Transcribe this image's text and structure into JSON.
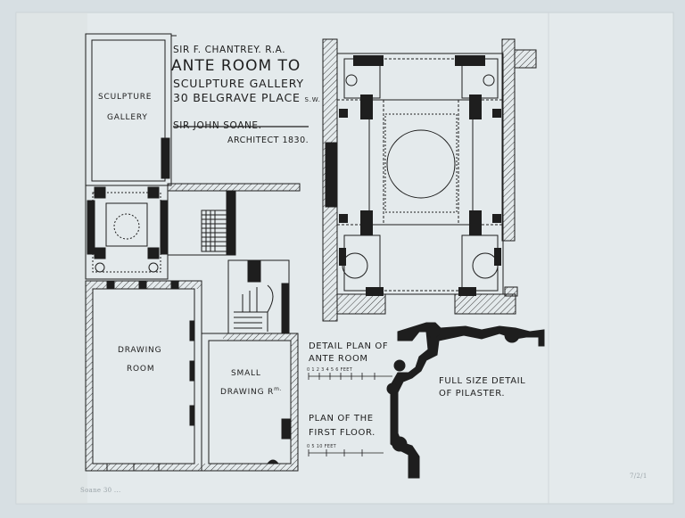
{
  "drawing": {
    "title": {
      "line1": "SIR F. CHANTREY. R.A.",
      "line2": "ANTE ROOM TO",
      "line3": "SCULPTURE GALLERY",
      "line4": "30 BELGRAVE PLACE",
      "line4_suffix": "S.W."
    },
    "architect": {
      "name": "SIR JOHN SOANE.",
      "role_date": "ARCHITECT 1830."
    },
    "rooms": {
      "sculpture_gallery_1": "SCULPTURE",
      "sculpture_gallery_2": "GALLERY",
      "drawing_room_1": "DRAWING",
      "drawing_room_2": "ROOM",
      "small_drawing_1": "SMALL",
      "small_drawing_2": "DRAWING R",
      "small_drawing_sup": "m."
    },
    "captions": {
      "detail_plan_1": "DETAIL PLAN OF",
      "detail_plan_2": "ANTE ROOM",
      "detail_scale": "0   1   2   3   4   5     6 FEET",
      "pilaster_1": "FULL SIZE DETAIL",
      "pilaster_2": "OF PILASTER.",
      "first_floor_1": "PLAN OF THE",
      "first_floor_2": "FIRST FLOOR.",
      "first_floor_scale": "0      5      10 FEET"
    },
    "pencil_notes": {
      "bottom_left": "Soane 30 ...",
      "bottom_right": "7/2/1"
    },
    "colors": {
      "paper": "#e4eaec",
      "ink": "#1e1e1e",
      "mount": "#d7dfe3"
    }
  }
}
